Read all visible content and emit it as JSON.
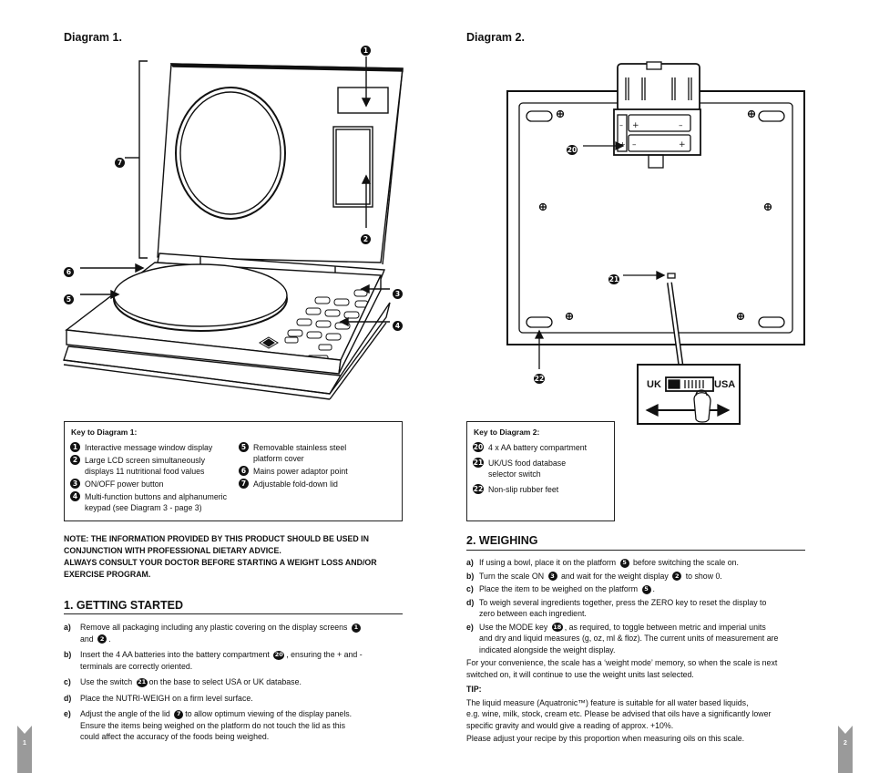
{
  "diagram1": {
    "title": "Diagram 1.",
    "callouts": [
      "1",
      "7",
      "2",
      "6",
      "5",
      "3",
      "4"
    ]
  },
  "diagram2": {
    "title": "Diagram 2.",
    "callouts": [
      "20",
      "21",
      "22"
    ],
    "switch_left": "UK",
    "switch_right": "USA"
  },
  "key1": {
    "title": "Key to Diagram 1:",
    "left": [
      {
        "n": "1",
        "text": "Interactive message window display"
      },
      {
        "n": "2",
        "text": "Large LCD screen simultaneously\ndisplays 11 nutritional food values"
      },
      {
        "n": "3",
        "text": "ON/OFF power button"
      },
      {
        "n": "4",
        "text": "Multi-function buttons and alphanumeric\nkeypad (see Diagram 3 - page 3)"
      }
    ],
    "right": [
      {
        "n": "5",
        "text": "Removable stainless steel\nplatform cover"
      },
      {
        "n": "6",
        "text": "Mains power adaptor point"
      },
      {
        "n": "7",
        "text": "Adjustable fold-down lid"
      }
    ]
  },
  "key2": {
    "title": "Key to Diagram 2:",
    "items": [
      {
        "n": "20",
        "text": "4 x AA battery compartment"
      },
      {
        "n": "21",
        "text": "UK/US food database\nselector switch"
      },
      {
        "n": "22",
        "text": "Non-slip rubber feet"
      }
    ]
  },
  "note": {
    "line1": "NOTE: THE INFORMATION PROVIDED BY THIS PRODUCT SHOULD BE USED IN",
    "line2": "CONJUNCTION WITH PROFESSIONAL DIETARY ADVICE.",
    "line3": "ALWAYS CONSULT YOUR DOCTOR BEFORE STARTING A WEIGHT LOSS AND/OR",
    "line4": "EXERCISE PROGRAM."
  },
  "getting_started": {
    "title": "1. GETTING STARTED",
    "a1": "Remove all packaging including any plastic covering on the display screens",
    "a2": "and",
    "a2b": ".",
    "b1": "Insert the 4 AA batteries into the battery compartment",
    "b1b": ", ensuring the + and -",
    "b2": "terminals are correctly oriented.",
    "c1": "Use the switch",
    "c1b": "on the base to select USA or UK database.",
    "d1": "Place the NUTRI-WEIGH on a firm level surface.",
    "e1": "Adjust the angle of the lid",
    "e1b": "to allow optimum viewing of the display panels.",
    "e2": "Ensure the items being weighed on the platform do not touch the lid as this",
    "e3": "could affect the accuracy of the foods being weighed."
  },
  "weighing": {
    "title": "2. WEIGHING",
    "a1": "If using a bowl, place it on the platform",
    "a1b": "before switching the scale on.",
    "b1": "Turn the scale ON",
    "b1b": "and wait for the weight display",
    "b1c": "to show 0.",
    "c1": "Place the item to be weighed on the platform",
    "c1b": ".",
    "d1": "To weigh several ingredients together, press the ZERO key to reset the display to",
    "d2": "zero between each ingredient.",
    "e1": "Use the MODE key",
    "e1b": ", as required, to toggle between metric and imperial units",
    "e2": "and dry and liquid measures (g, oz, ml & floz). The current units of measurement are",
    "e3": "indicated alongside the weight display.",
    "p1": "For your convenience, the scale has a ‘weight mode’ memory, so when the scale is next",
    "p2": "switched on, it will continue to use the weight units last selected.",
    "tip_title": "TIP:",
    "t1": "The liquid measure (Aquatronic™) feature is suitable for all water based liquids,",
    "t2": "e.g. wine, milk, stock, cream etc. Please be advised that oils have a significantly lower",
    "t3": "specific gravity and would give a reading of approx. +10%.",
    "t4": "Please adjust your recipe by this proportion when measuring oils on this scale."
  },
  "letters": {
    "a": "a)",
    "b": "b)",
    "c": "c)",
    "d": "d)",
    "e": "e)"
  },
  "inline_nums": {
    "n1": "1",
    "n2": "2",
    "n3": "3",
    "n5": "5",
    "n7": "7",
    "n18": "18",
    "n20": "20",
    "n21": "21"
  },
  "page_left": "1",
  "page_right": "2"
}
